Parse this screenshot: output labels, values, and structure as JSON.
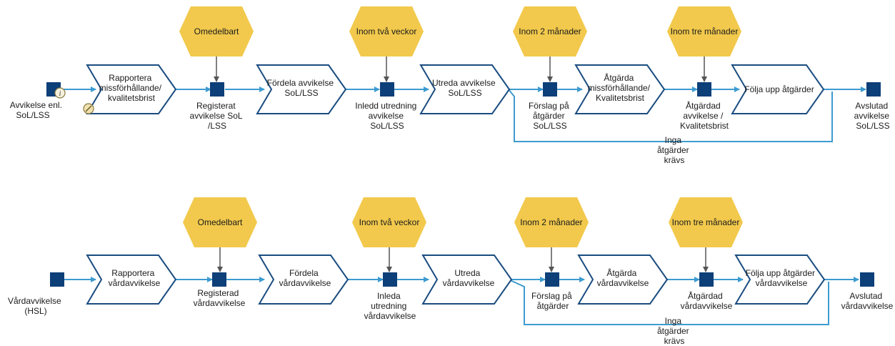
{
  "colors": {
    "flow_line": "#3d9bd0",
    "event_square": "#0d3f78",
    "chevron_stroke": "#1a4c80",
    "hex_fill": "#f2c94c",
    "timing_arrow": "#555555"
  },
  "row1": {
    "start_event": "Avvikelse enl. SoL/LSS",
    "info_icon": "info-icon",
    "tool_icon": "tool-icon",
    "func1": "Rapportera missförhållande/ kvalitetsbrist",
    "timing1": "Omedelbart",
    "event1": "Registerat avvikelse SoL /LSS",
    "func2": "Fördela avvikelse SoL/LSS",
    "timing2": "Inom två veckor",
    "event2": "Inledd utredning avvikelse SoL/LSS",
    "func3": "Utreda avvikelse SoL/LSS",
    "timing3": "Inom 2 månader",
    "event3": "Förslag på åtgärder SoL/LSS",
    "func4": "Åtgärda missförhållande/ Kvalitetsbrist",
    "timing4": "Inom tre månader",
    "event4": "Åtgärdad avvikelse / Kvalitetsbrist",
    "func5": "Följa upp åtgärder",
    "end_event": "Avslutad avvikelse SoL/LSS",
    "bypass": "Inga åtgärder krävs"
  },
  "row2": {
    "start_event": "Vårdavvikelse (HSL)",
    "func1": "Rapportera vårdavvikelse",
    "timing1": "Omedelbart",
    "event1": "Registerad vårdavvikelse",
    "func2": "Fördela vårdavvikelse",
    "timing2": "Inom två veckor",
    "event2": "Inleda utredning vårdavvikelse",
    "func3": "Utreda vårdavvikelse",
    "timing3": "Inom 2 månader",
    "event3": "Förslag på åtgärder",
    "func4": "Åtgärda vårdavvikelse",
    "timing4": "Inom tre månader",
    "event4": "Åtgärdad vårdavvikelse",
    "func5": "Följa upp åtgärder vårdavvikelse",
    "end_event": "Avslutad vårdavvikelse",
    "bypass": "Inga åtgärder krävs"
  }
}
